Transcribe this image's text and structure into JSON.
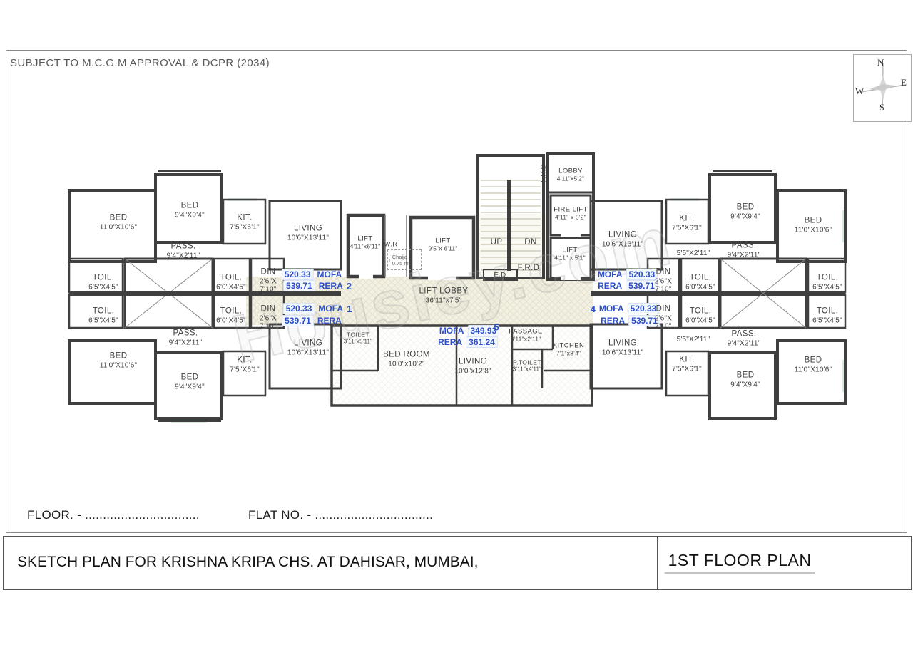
{
  "sheet": {
    "note": "SUBJECT TO M.C.G.M APPROVAL & DCPR (2034)",
    "watermark": "Housiey.com",
    "footer": {
      "floor": "FLOOR. - ................................",
      "flat_no": "FLAT NO. - ................................."
    },
    "titlebar": {
      "left": "SKETCH PLAN FOR  KRISHNA KRIPA CHS.  AT DAHISAR, MUMBAI,",
      "right": "1ST FLOOR PLAN"
    }
  },
  "compass": {
    "n": "N",
    "e": "E",
    "s": "S",
    "w": "W"
  },
  "colors": {
    "wall": "#3f3f3f",
    "blue": "#2d50c8",
    "hatch_bg": "#f3f1e4",
    "window": "#d8ecdd"
  },
  "rooms": {
    "bed_big": {
      "name": "BED",
      "dims": "11'0\"X10'6\""
    },
    "bed_sm": {
      "name": "BED",
      "dims": "9'4\"X9'4\""
    },
    "kit": {
      "name": "KIT.",
      "dims": "7'5\"X6'1\""
    },
    "living": {
      "name": "LIVING",
      "dims": "10'6\"X13'11\""
    },
    "pass": {
      "name": "PASS.",
      "dims": "9'4\"X2'11\""
    },
    "pass55": {
      "name": "5'5\"X2'11\""
    },
    "toil65": {
      "name": "TOIL.",
      "dims": "6'5\"X4'5\""
    },
    "toil60": {
      "name": "TOIL.",
      "dims": "6'0\"X4'5\""
    },
    "din": {
      "name": "DIN",
      "dims": "2'6\"X",
      "dims2": "7'10\""
    }
  },
  "core": {
    "lift_a": {
      "name": "LIFT",
      "dims": "4'11\"x6'11\""
    },
    "lift_b": {
      "name": "LIFT",
      "dims": "9'5\"x 6'11\""
    },
    "lift_c": {
      "name": "LIFT",
      "dims": "4'11\" x 5'1\""
    },
    "fire_lift": {
      "name": "FIRE LIFT",
      "dims": "4'11\" x 5'2\""
    },
    "lobby": {
      "name": "LOBBY",
      "dims": "4'11\"x5'2\""
    },
    "lift_lobby": {
      "name": "LIFT LOBBY",
      "dims": "36'11\"x7'5\""
    },
    "wr": "W.R",
    "chajja_1": "Chajja",
    "chajja_2": "0.75 mt.",
    "chajja_arrow": "↑",
    "up": "UP",
    "dn": "DN",
    "frd": "F.R.D",
    "ed": "E.D"
  },
  "flat5_rooms": {
    "toilet": {
      "name": "TOILET",
      "dims": "3'11\"x5'11\""
    },
    "bedroom": {
      "name": "BED ROOM",
      "dims": "10'0\"x10'2\""
    },
    "living": {
      "name": "LIVING",
      "dims": "10'0\"x12'8\""
    },
    "passage": {
      "name": "PASSAGE",
      "dims": "3'11\"x2'11\""
    },
    "ptoilet": {
      "name": "P.TOILET",
      "dims": "3'11\"x4'11\""
    },
    "kitchen": {
      "name": "KITCHEN",
      "dims": "7'1\"x8'4\""
    }
  },
  "areas": {
    "mofa_label": "MOFA",
    "rera_label": "RERA",
    "flat2": {
      "no": "2",
      "mofa": "520.33",
      "rera": "539.71"
    },
    "flat1": {
      "no": "1",
      "mofa": "520.33",
      "rera": "539.71"
    },
    "flat3": {
      "mofa": "520.33",
      "rera": "539.71"
    },
    "flat4": {
      "no": "4",
      "mofa": "520.33",
      "rera": "539.71"
    },
    "flat5": {
      "no": "5",
      "mofa": "349.93",
      "rera": "361.24"
    }
  }
}
